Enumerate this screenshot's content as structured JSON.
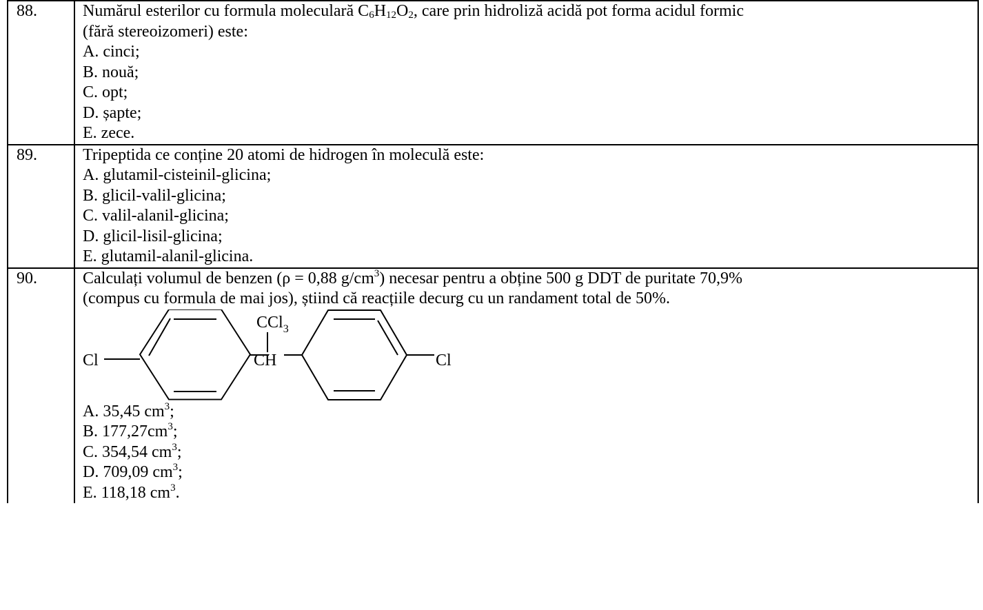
{
  "questions": [
    {
      "number": "88.",
      "stem_parts": [
        "Numărul esterilor cu formula moleculară C",
        "6",
        "H",
        "12",
        "O",
        "2",
        ", care prin hidroliză acidă pot forma acidul formic"
      ],
      "stem_line2": "(fără stereoizomeri) este:",
      "options": [
        "A. cinci;",
        "B. nouă;",
        "C. opt;",
        "D. șapte;",
        "E. zece."
      ]
    },
    {
      "number": "89.",
      "stem": "Tripeptida ce conține 20 atomi de hidrogen în moleculă este:",
      "options": [
        "A. glutamil-cisteinil-glicina;",
        "B. glicil-valil-glicina;",
        "C. valil-alanil-glicina;",
        "D. glicil-lisil-glicina;",
        "E. glutamil-alanil-glicina."
      ]
    },
    {
      "number": "90.",
      "stem_parts": [
        "Calculați volumul de benzen (ρ = 0,88 g/cm",
        "3",
        ") necesar pentru a obține 500 g DDT de puritate 70,9%"
      ],
      "stem_line2": "(compus cu formula de mai jos), știind că reacțiile decurg cu un randament total de 50%.",
      "structure": {
        "left_atom": "Cl",
        "center_group": "CH",
        "top_group": "CCl",
        "top_group_sub": "3",
        "right_atom": "Cl"
      },
      "options": [
        {
          "text": "A. 35,45 cm",
          "sup": "3",
          "tail": ";"
        },
        {
          "text": "B. 177,27cm",
          "sup": "3",
          "tail": ";"
        },
        {
          "text": "C. 354,54 cm",
          "sup": "3",
          "tail": ";"
        },
        {
          "text": "D. 709,09 cm",
          "sup": "3",
          "tail": ";"
        },
        {
          "text": "E. 118,18 cm",
          "sup": "3",
          "tail": "."
        }
      ]
    }
  ]
}
